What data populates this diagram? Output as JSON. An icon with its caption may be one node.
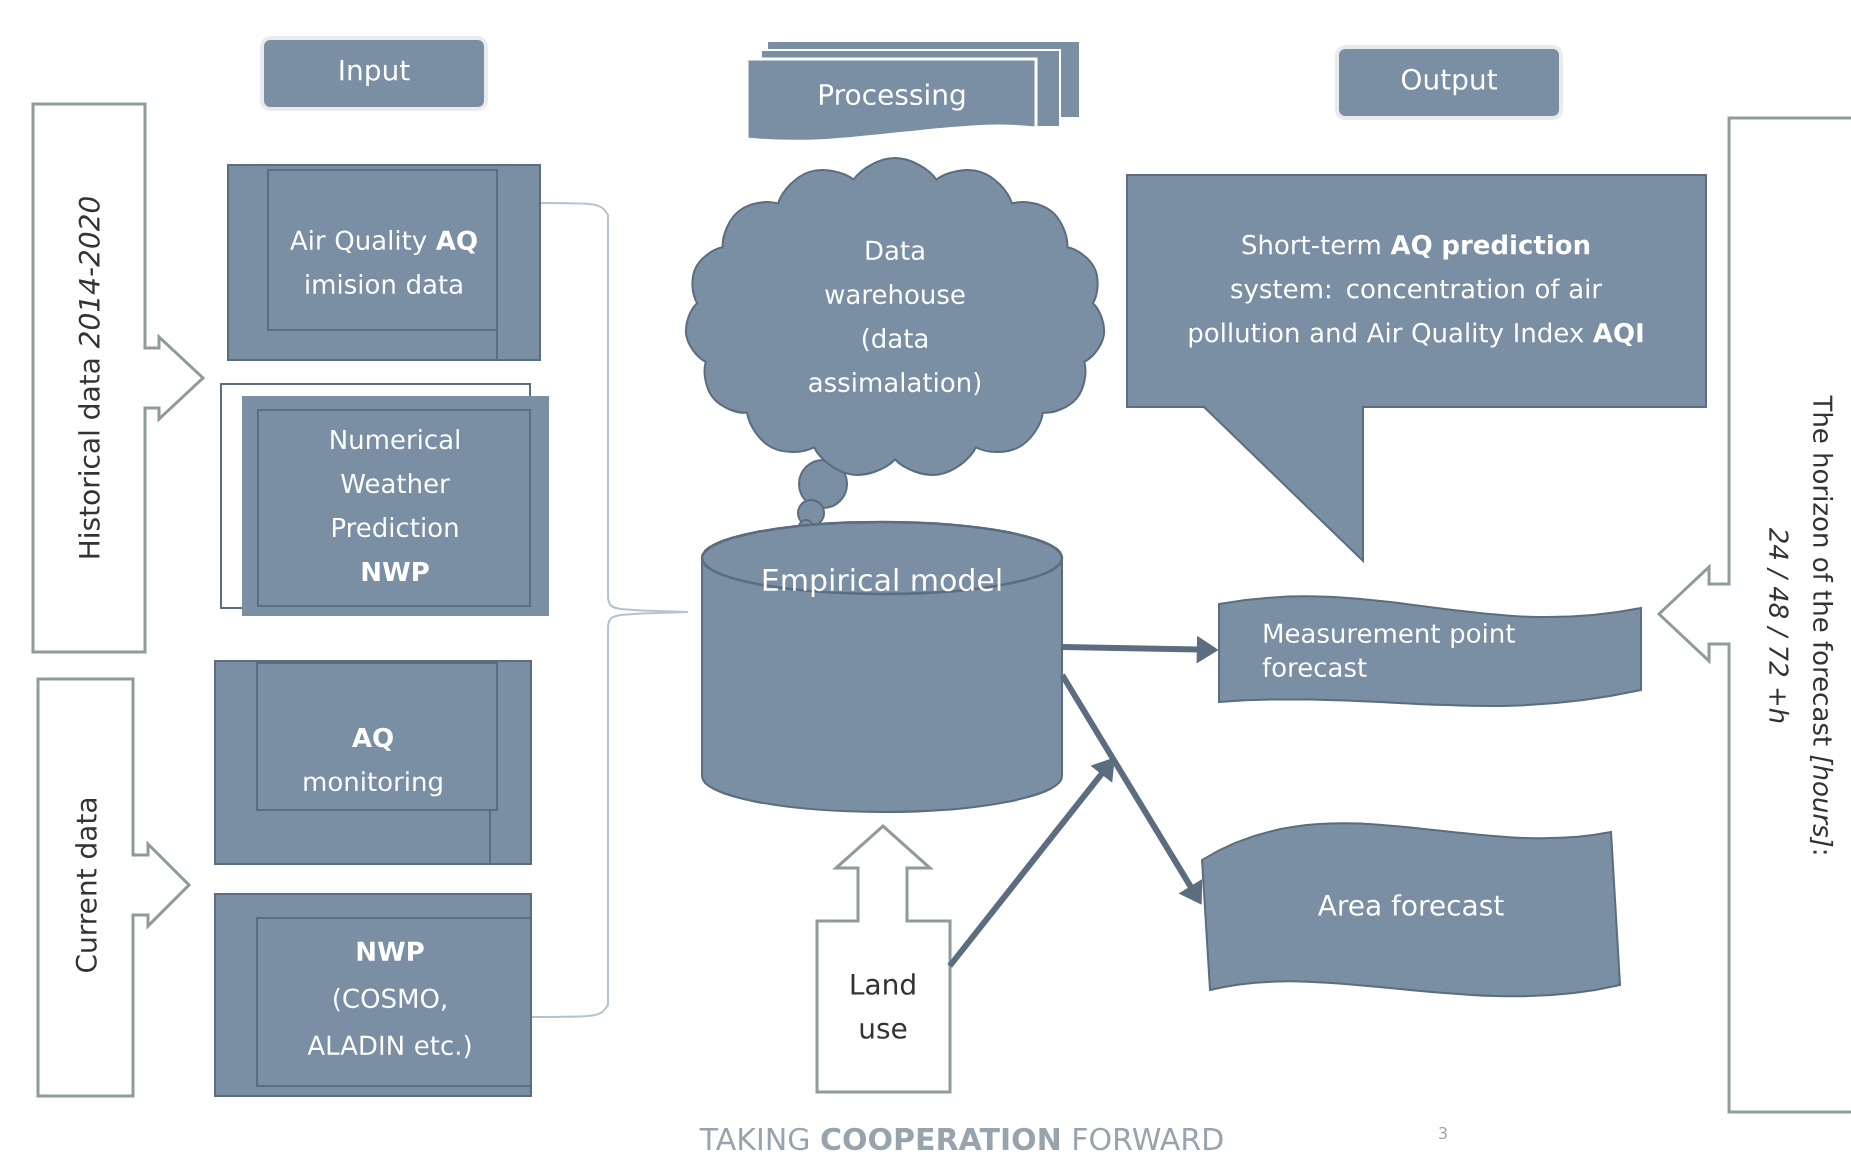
{
  "diagram": {
    "nodes": [
      {
        "text": [
          "Input"
        ]
      },
      {
        "text": [
          "Processing"
        ]
      },
      {
        "text": [
          "Output"
        ]
      },
      {
        "text": [
          "Historical data *2014-2020*"
        ]
      },
      {
        "text": [
          "Current data"
        ]
      },
      {
        "text": [
          "Air Quality **AQ** imision data"
        ]
      },
      {
        "text": [
          "Numerical Weather Prediction **NWP**"
        ]
      },
      {
        "text": [
          "**AQ** monitoring"
        ]
      },
      {
        "text": [
          "**NWP** (COSMO, ALADIN etc.)"
        ]
      },
      {
        "text": [
          "Data warehouse (data assimalation)"
        ]
      },
      {
        "text": [
          "Empirical model"
        ]
      },
      {
        "text": [
          "Short-term **AQ prediction** system: concentration of air pollution and Air Quality Index **AQI**"
        ]
      },
      {
        "text": [
          "Measurement point forecast"
        ]
      },
      {
        "text": [
          "Area forecast"
        ]
      },
      {
        "text": [
          "Land use"
        ]
      },
      {
        "text": [
          "The horizon of the forecast *[hours]*:",
          "*24 / 48 / 72 +h*"
        ]
      }
    ],
    "edges": [
      {
        "from": 10,
        "to": 12,
        "arrow": "to"
      },
      {
        "from": 10,
        "to": 13,
        "arrow": "to"
      },
      {
        "from": 14,
        "to": null,
        "arrow": "to"
      }
    ],
    "labels": [
      "TAKING **COOPERATION** FORWARD",
      "3"
    ]
  }
}
